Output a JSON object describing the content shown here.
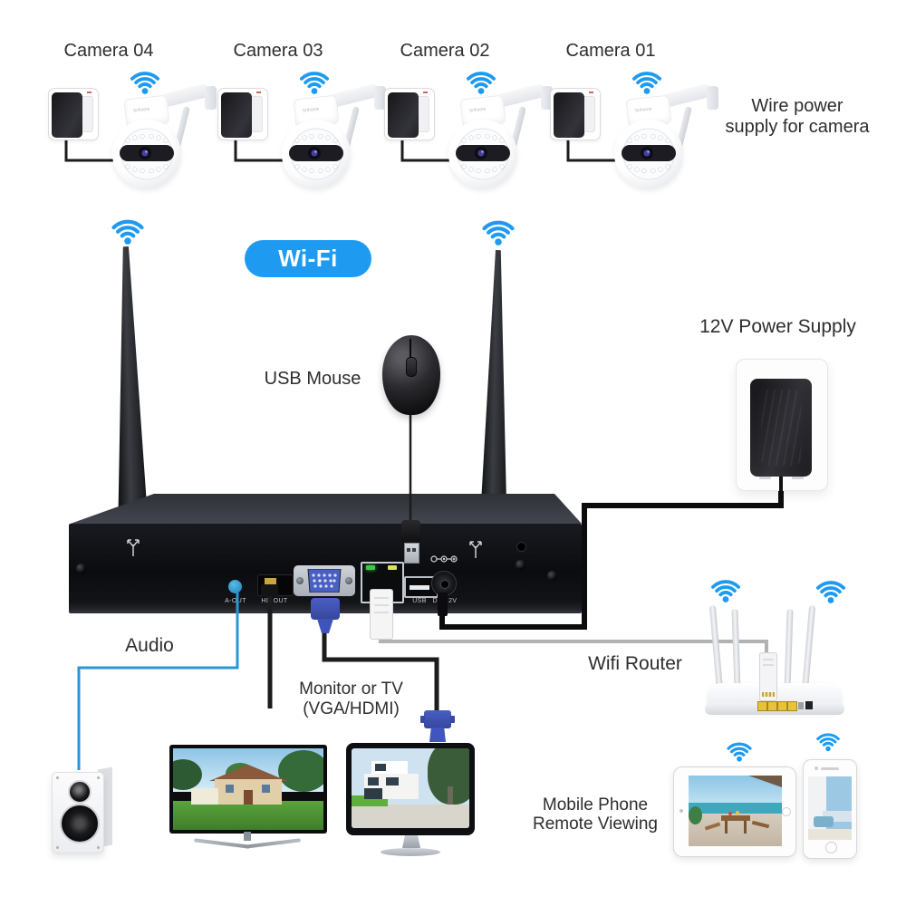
{
  "colors": {
    "wifi_blue": "#1E9BF0",
    "badge_blue": "#1E9BF0",
    "audio_line": "#2A96D4",
    "ethernet_line": "#B2B2B2",
    "power_line": "#0C0C0C",
    "cable_dark": "#1C1C1C"
  },
  "cameras": {
    "items": [
      {
        "label": "Camera 04"
      },
      {
        "label": "Camera 03"
      },
      {
        "label": "Camera 02"
      },
      {
        "label": "Camera 01"
      }
    ],
    "brand": "Srihome",
    "note_line1": "Wire power",
    "note_line2": "supply for camera"
  },
  "network": {
    "wifi_badge": "Wi-Fi",
    "router_label": "Wifi Router"
  },
  "nvr": {
    "usb_mouse_label": "USB Mouse",
    "power_supply_label": "12V Power Supply",
    "audio_label": "Audio",
    "ports": {
      "a_out": "A-OUT",
      "hdmi": "HD OUT",
      "usb": "USB",
      "dc": "DC 12V"
    }
  },
  "display": {
    "monitor_label_line1": "Monitor or TV",
    "monitor_label_line2": "(VGA/HDMI)"
  },
  "mobile": {
    "label_line1": "Mobile Phone",
    "label_line2": "Remote Viewing"
  }
}
